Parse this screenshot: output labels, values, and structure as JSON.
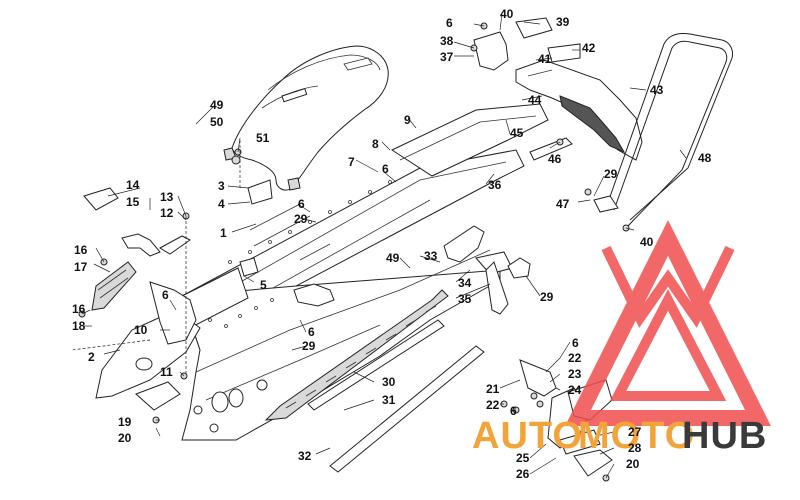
{
  "diagram": {
    "callouts": [
      {
        "id": "c1",
        "text": "1"
      },
      {
        "id": "c2",
        "text": "2"
      },
      {
        "id": "c3",
        "text": "3"
      },
      {
        "id": "c4",
        "text": "4"
      },
      {
        "id": "c5",
        "text": "5"
      },
      {
        "id": "c6a",
        "text": "6"
      },
      {
        "id": "c6b",
        "text": "6"
      },
      {
        "id": "c6c",
        "text": "6"
      },
      {
        "id": "c6d",
        "text": "6"
      },
      {
        "id": "c6e",
        "text": "6"
      },
      {
        "id": "c6f",
        "text": "6"
      },
      {
        "id": "c6g",
        "text": "6"
      },
      {
        "id": "c7",
        "text": "7"
      },
      {
        "id": "c8",
        "text": "8"
      },
      {
        "id": "c9",
        "text": "9"
      },
      {
        "id": "c10",
        "text": "10"
      },
      {
        "id": "c11",
        "text": "11"
      },
      {
        "id": "c12",
        "text": "12"
      },
      {
        "id": "c13",
        "text": "13"
      },
      {
        "id": "c14",
        "text": "14"
      },
      {
        "id": "c15",
        "text": "15"
      },
      {
        "id": "c16a",
        "text": "16"
      },
      {
        "id": "c16b",
        "text": "16"
      },
      {
        "id": "c17",
        "text": "17"
      },
      {
        "id": "c18",
        "text": "18"
      },
      {
        "id": "c19",
        "text": "19"
      },
      {
        "id": "c20a",
        "text": "20"
      },
      {
        "id": "c20b",
        "text": "20"
      },
      {
        "id": "c21",
        "text": "21"
      },
      {
        "id": "c22a",
        "text": "22"
      },
      {
        "id": "c22b",
        "text": "22"
      },
      {
        "id": "c23",
        "text": "23"
      },
      {
        "id": "c24",
        "text": "24"
      },
      {
        "id": "c25",
        "text": "25"
      },
      {
        "id": "c26",
        "text": "26"
      },
      {
        "id": "c27",
        "text": "27"
      },
      {
        "id": "c28",
        "text": "28"
      },
      {
        "id": "c29a",
        "text": "29"
      },
      {
        "id": "c29b",
        "text": "29"
      },
      {
        "id": "c29c",
        "text": "29"
      },
      {
        "id": "c29d",
        "text": "29"
      },
      {
        "id": "c30",
        "text": "30"
      },
      {
        "id": "c31",
        "text": "31"
      },
      {
        "id": "c32",
        "text": "32"
      },
      {
        "id": "c33",
        "text": "33"
      },
      {
        "id": "c34",
        "text": "34"
      },
      {
        "id": "c35",
        "text": "35"
      },
      {
        "id": "c36",
        "text": "36"
      },
      {
        "id": "c37",
        "text": "37"
      },
      {
        "id": "c38",
        "text": "38"
      },
      {
        "id": "c39",
        "text": "39"
      },
      {
        "id": "c40a",
        "text": "40"
      },
      {
        "id": "c40b",
        "text": "40"
      },
      {
        "id": "c41",
        "text": "41"
      },
      {
        "id": "c42",
        "text": "42"
      },
      {
        "id": "c43",
        "text": "43"
      },
      {
        "id": "c44",
        "text": "44"
      },
      {
        "id": "c45",
        "text": "45"
      },
      {
        "id": "c46",
        "text": "46"
      },
      {
        "id": "c47",
        "text": "47"
      },
      {
        "id": "c48",
        "text": "48"
      },
      {
        "id": "c49a",
        "text": "49"
      },
      {
        "id": "c49b",
        "text": "49"
      },
      {
        "id": "c50",
        "text": "50"
      },
      {
        "id": "c51",
        "text": "51"
      }
    ]
  },
  "watermark": {
    "part1": "AUTO",
    "part2": "MOTO",
    "part3": "HUB",
    "colors": {
      "logo_red": "#f04e4e",
      "text_orange": "#f2a33a",
      "text_gray": "#3a3a3a"
    }
  }
}
